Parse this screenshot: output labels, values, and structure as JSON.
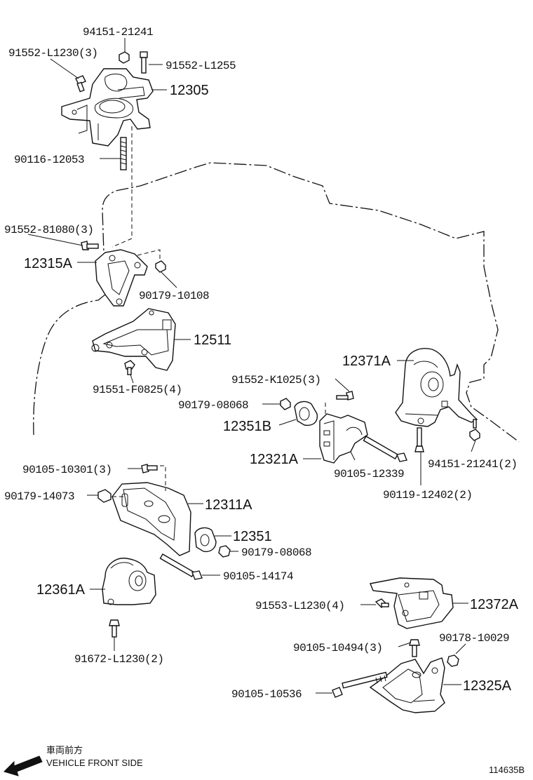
{
  "labels": {
    "p94151_21241": "94151-21241",
    "p91552_L1230_3": "91552-L1230(3)",
    "p91552_L1255": "91552-L1255",
    "p12305": "12305",
    "p90116_12053": "90116-12053",
    "p91552_81080_3": "91552-81080(3)",
    "p12315A": "12315A",
    "p90179_10108": "90179-10108",
    "p12511": "12511",
    "p91551_F0825_4": "91551-F0825(4)",
    "p12371A": "12371A",
    "p91552_K1025_3": "91552-K1025(3)",
    "p90179_08068_a": "90179-08068",
    "p12351B": "12351B",
    "p12321A": "12321A",
    "p90105_12339": "90105-12339",
    "p94151_21241_2": "94151-21241(2)",
    "p90119_12402_2": "90119-12402(2)",
    "p90105_10301_3": "90105-10301(3)",
    "p90179_14073": "90179-14073",
    "p12311A": "12311A",
    "p12351": "12351",
    "p90179_08068_b": "90179-08068",
    "p90105_14174": "90105-14174",
    "p12361A": "12361A",
    "p91553_L1230_4": "91553-L1230(4)",
    "p12372A": "12372A",
    "p91672_L1230_2": "91672-L1230(2)",
    "p90105_10494_3": "90105-10494(3)",
    "p90178_10029": "90178-10029",
    "p90105_10536": "90105-10536",
    "p12325A": "12325A"
  },
  "legend": {
    "jp": "車両前方",
    "en": "VEHICLE FRONT SIDE"
  },
  "figure_id": "114635B"
}
